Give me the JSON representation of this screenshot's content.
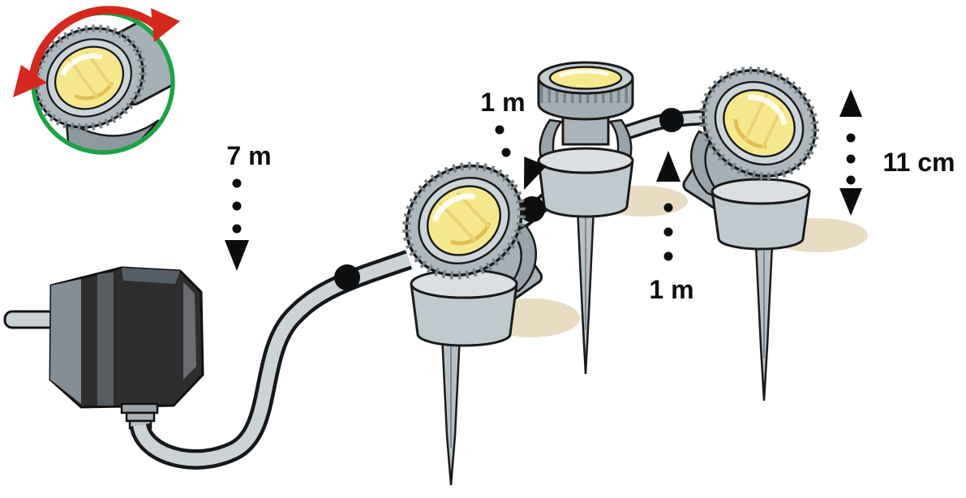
{
  "figure": {
    "type": "product-installation-diagram",
    "description": "Garden spike spotlight set: mains plug, 7 m supply cable, three swivelling spotlights spaced 1 m apart, spike height 11 cm, rotatable head detail in green circle"
  },
  "labels": {
    "cable_length": "7 m",
    "spacing_first": "1 m",
    "spacing_second": "1 m",
    "spike_height": "11 cm"
  },
  "colors": {
    "ring_green": "#1aa345",
    "arrow_red": "#d7281d",
    "lens_yellow": "#f6e88c",
    "lens_streak": "#ddbf55",
    "metal_light": "#c3ccd1",
    "metal_mid": "#a6b0b7",
    "cable_gray": "#ccd3d7",
    "connector_black": "#0c0e10",
    "shadow_tan": "#e8ddc2",
    "outline": "#1a1a1a"
  },
  "icons": {
    "rotation": "curved-double-arrow-icon",
    "measure_down": "solid-triangle-down",
    "measure_up": "solid-triangle-up",
    "measure_vertical": "double-triangle-vertical"
  }
}
